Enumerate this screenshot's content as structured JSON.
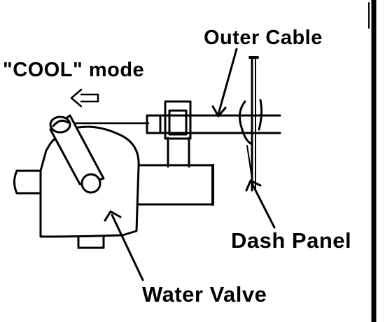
{
  "labels": {
    "outer_cable": "Outer Cable",
    "cool_mode": "\"COOL\" mode",
    "dash_panel": "Dash Panel",
    "water_valve": "Water Valve"
  },
  "colors": {
    "ink": "#000000",
    "paper": "#ffffff"
  }
}
